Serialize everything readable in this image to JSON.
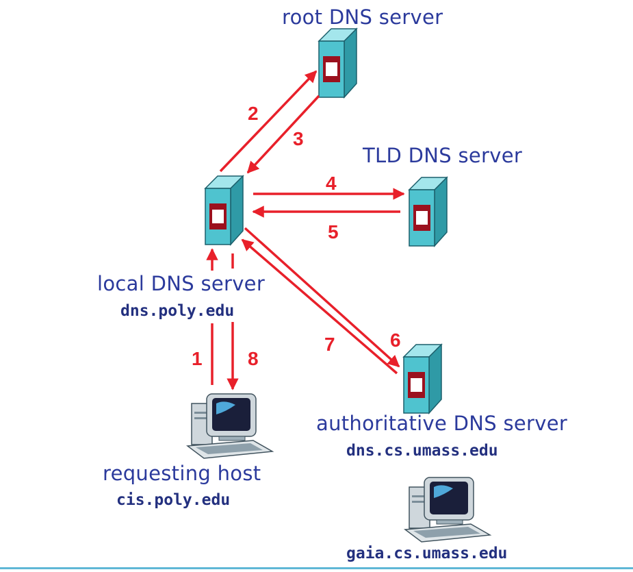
{
  "nodes": {
    "root": {
      "label": "root DNS server"
    },
    "tld": {
      "label": "TLD DNS server"
    },
    "local": {
      "label": "local DNS server",
      "host": "dns.poly.edu"
    },
    "authoritative": {
      "label": "authoritative DNS server",
      "host": "dns.cs.umass.edu"
    },
    "requesting": {
      "label": "requesting host",
      "host": "cis.poly.edu"
    },
    "target": {
      "host": "gaia.cs.umass.edu"
    }
  },
  "steps": [
    "1",
    "2",
    "3",
    "4",
    "5",
    "6",
    "7",
    "8"
  ],
  "colors": {
    "arrow": "#e8202a",
    "server_body": "#4fc3cf",
    "server_slot": "#9b111e",
    "label": "#2b3a9c",
    "rule": "#5fb7d6"
  }
}
